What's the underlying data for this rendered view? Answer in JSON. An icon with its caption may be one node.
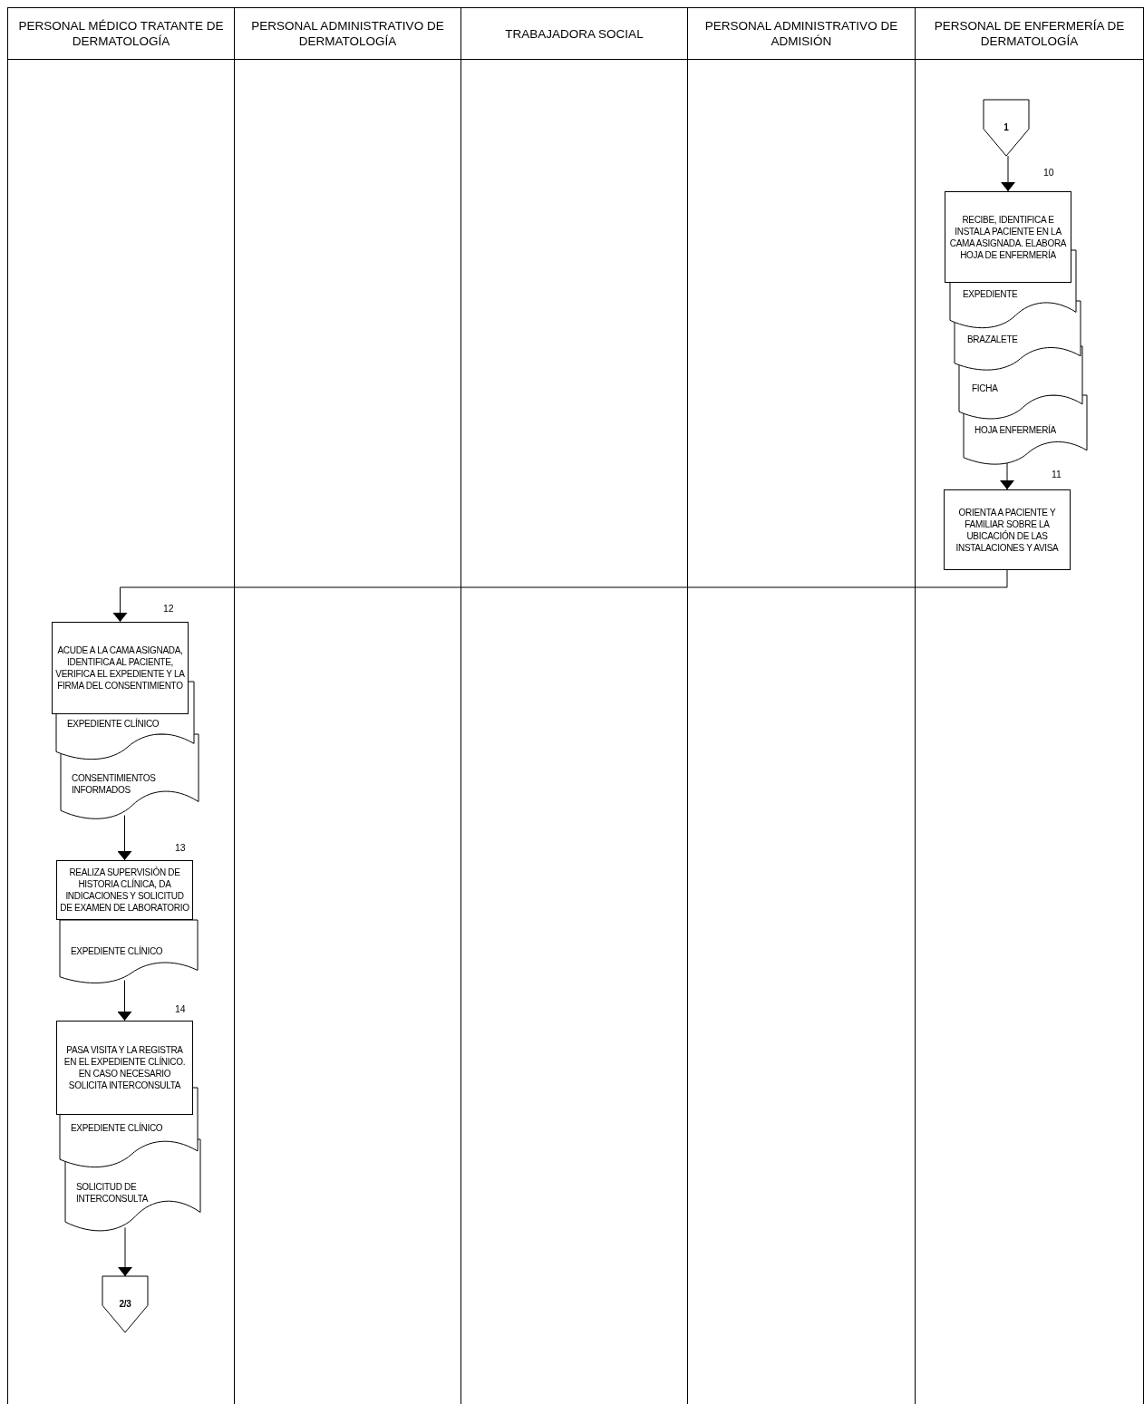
{
  "diagram": {
    "nodes": [
      {
        "text": [
          "1"
        ]
      },
      {
        "text": [
          "RECIBE, IDENTIFICA E INSTALA PACIENTE EN LA CAMA ASIGNADA. ELABORA HOJA DE ENFERMERÍA"
        ],
        "beside": [
          "10"
        ]
      },
      {
        "text": [
          "EXPEDIENTE"
        ]
      },
      {
        "text": [
          "BRAZALETE"
        ]
      },
      {
        "text": [
          "FICHA"
        ]
      },
      {
        "text": [
          "HOJA ENFERMERÍA"
        ]
      },
      {
        "text": [
          "ORIENTA A PACIENTE Y FAMILIAR SOBRE LA UBICACIÓN DE LAS INSTALACIONES Y AVISA"
        ],
        "beside": [
          "11"
        ]
      },
      {
        "text": [
          "ACUDE A LA CAMA ASIGNADA, IDENTIFICA AL PACIENTE, VERIFICA EL EXPEDIENTE Y LA FIRMA DEL CONSENTIMIENTO"
        ],
        "beside": [
          "12"
        ]
      },
      {
        "text": [
          "EXPEDIENTE CLÍNICO"
        ]
      },
      {
        "text": [
          "CONSENTIMIENTOS INFORMADOS"
        ]
      },
      {
        "text": [
          "REALIZA SUPERVISIÓN DE HISTORIA CLÍNICA, DA INDICACIONES Y SOLICITUD DE EXAMEN DE LABORATORIO"
        ],
        "beside": [
          "13"
        ]
      },
      {
        "text": [
          "EXPEDIENTE CLÍNICO"
        ]
      },
      {
        "text": [
          "PASA VISITA Y LA REGISTRA EN EL EXPEDIENTE CLÍNICO. EN CASO NECESARIO SOLICITA INTERCONSULTA"
        ],
        "beside": [
          "14"
        ]
      },
      {
        "text": [
          "EXPEDIENTE CLÍNICO"
        ]
      },
      {
        "text": [
          "SOLICITUD DE INTERCONSULTA"
        ]
      },
      {
        "text": [
          "2/3"
        ]
      }
    ],
    "edges": [
      {
        "from": 0,
        "to": 1,
        "arrow": "to"
      },
      {
        "from": 5,
        "to": 6,
        "arrow": "to"
      },
      {
        "from": 6,
        "to": 7,
        "arrow": "to"
      },
      {
        "from": 9,
        "to": 10,
        "arrow": "to"
      },
      {
        "from": 11,
        "to": 12,
        "arrow": "to"
      },
      {
        "from": 14,
        "to": 15,
        "arrow": "to"
      }
    ],
    "labels": [
      "PERSONAL MÉDICO TRATANTE DE DERMATOLOGÍA",
      "PERSONAL ADMINISTRATIVO DE DERMATOLOGÍA",
      "TRABAJADORA SOCIAL",
      "PERSONAL ADMINISTRATIVO DE ADMISIÓN",
      "PERSONAL DE ENFERMERÍA DE DERMATOLOGÍA"
    ]
  }
}
